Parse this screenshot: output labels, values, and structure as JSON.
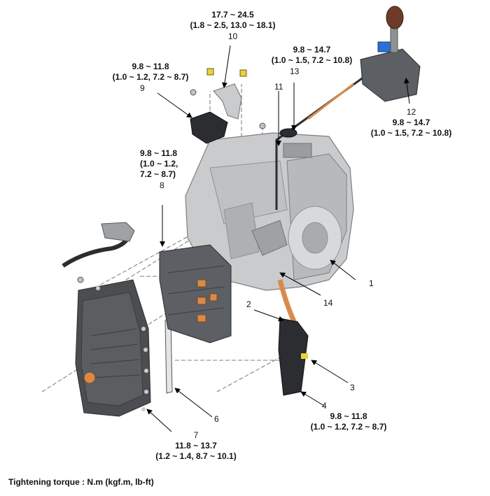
{
  "callouts": [
    {
      "id": "1",
      "number": "1",
      "torque": ""
    },
    {
      "id": "2",
      "number": "2",
      "torque": ""
    },
    {
      "id": "3",
      "number": "3",
      "torque": ""
    },
    {
      "id": "4",
      "number": "4",
      "torque": "9.8 ~ 11.8\n(1.0 ~ 1.2, 7.2 ~ 8.7)"
    },
    {
      "id": "6",
      "number": "6",
      "torque": ""
    },
    {
      "id": "7",
      "number": "7",
      "torque": "11.8 ~ 13.7\n(1.2 ~ 1.4, 8.7 ~ 10.1)"
    },
    {
      "id": "8",
      "number": "8",
      "torque": "9.8 ~ 11.8\n(1.0 ~ 1.2,\n7.2 ~ 8.7)"
    },
    {
      "id": "9",
      "number": "9",
      "torque": "9.8 ~ 11.8\n(1.0 ~ 1.2, 7.2 ~ 8.7)"
    },
    {
      "id": "10",
      "number": "10",
      "torque": "17.7 ~ 24.5\n(1.8 ~ 2.5, 13.0 ~ 18.1)"
    },
    {
      "id": "11",
      "number": "11",
      "torque": ""
    },
    {
      "id": "12",
      "number": "12",
      "torque": "9.8 ~ 14.7\n(1.0 ~ 1.5, 7.2 ~ 10.8)"
    },
    {
      "id": "13",
      "number": "13",
      "torque": "9.8 ~ 14.7\n(1.0 ~ 1.5, 7.2 ~ 10.8)"
    },
    {
      "id": "14",
      "number": "14",
      "torque": ""
    }
  ],
  "footer": "Tightening torque : N.m (kgf.m, lb-ft)",
  "colors": {
    "housing": "#c9cbcd",
    "housing_dark": "#8f9295",
    "pan": "#4b4d50",
    "valve_body": "#5c5f63",
    "connector": "#2b2d30",
    "accent_orange": "#d98a4a",
    "accent_yellow": "#e9d23a",
    "accent_blue": "#2f6fd0",
    "knob": "#6e3b2a"
  }
}
